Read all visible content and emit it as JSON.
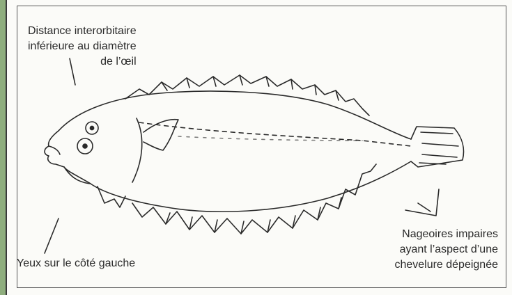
{
  "annotations": {
    "interorbital": [
      "Distance interorbitaire",
      "inférieure au diamètre",
      "de l’œil"
    ],
    "eyes": "Yeux sur le côté gauche",
    "fins": [
      "Nageoires impaires",
      "ayant l’aspect d’une",
      "chevelure dépeignée"
    ]
  },
  "colors": {
    "ink": "#2a2a2a",
    "paper": "#fbfbf8",
    "background": "#8fae7e"
  }
}
